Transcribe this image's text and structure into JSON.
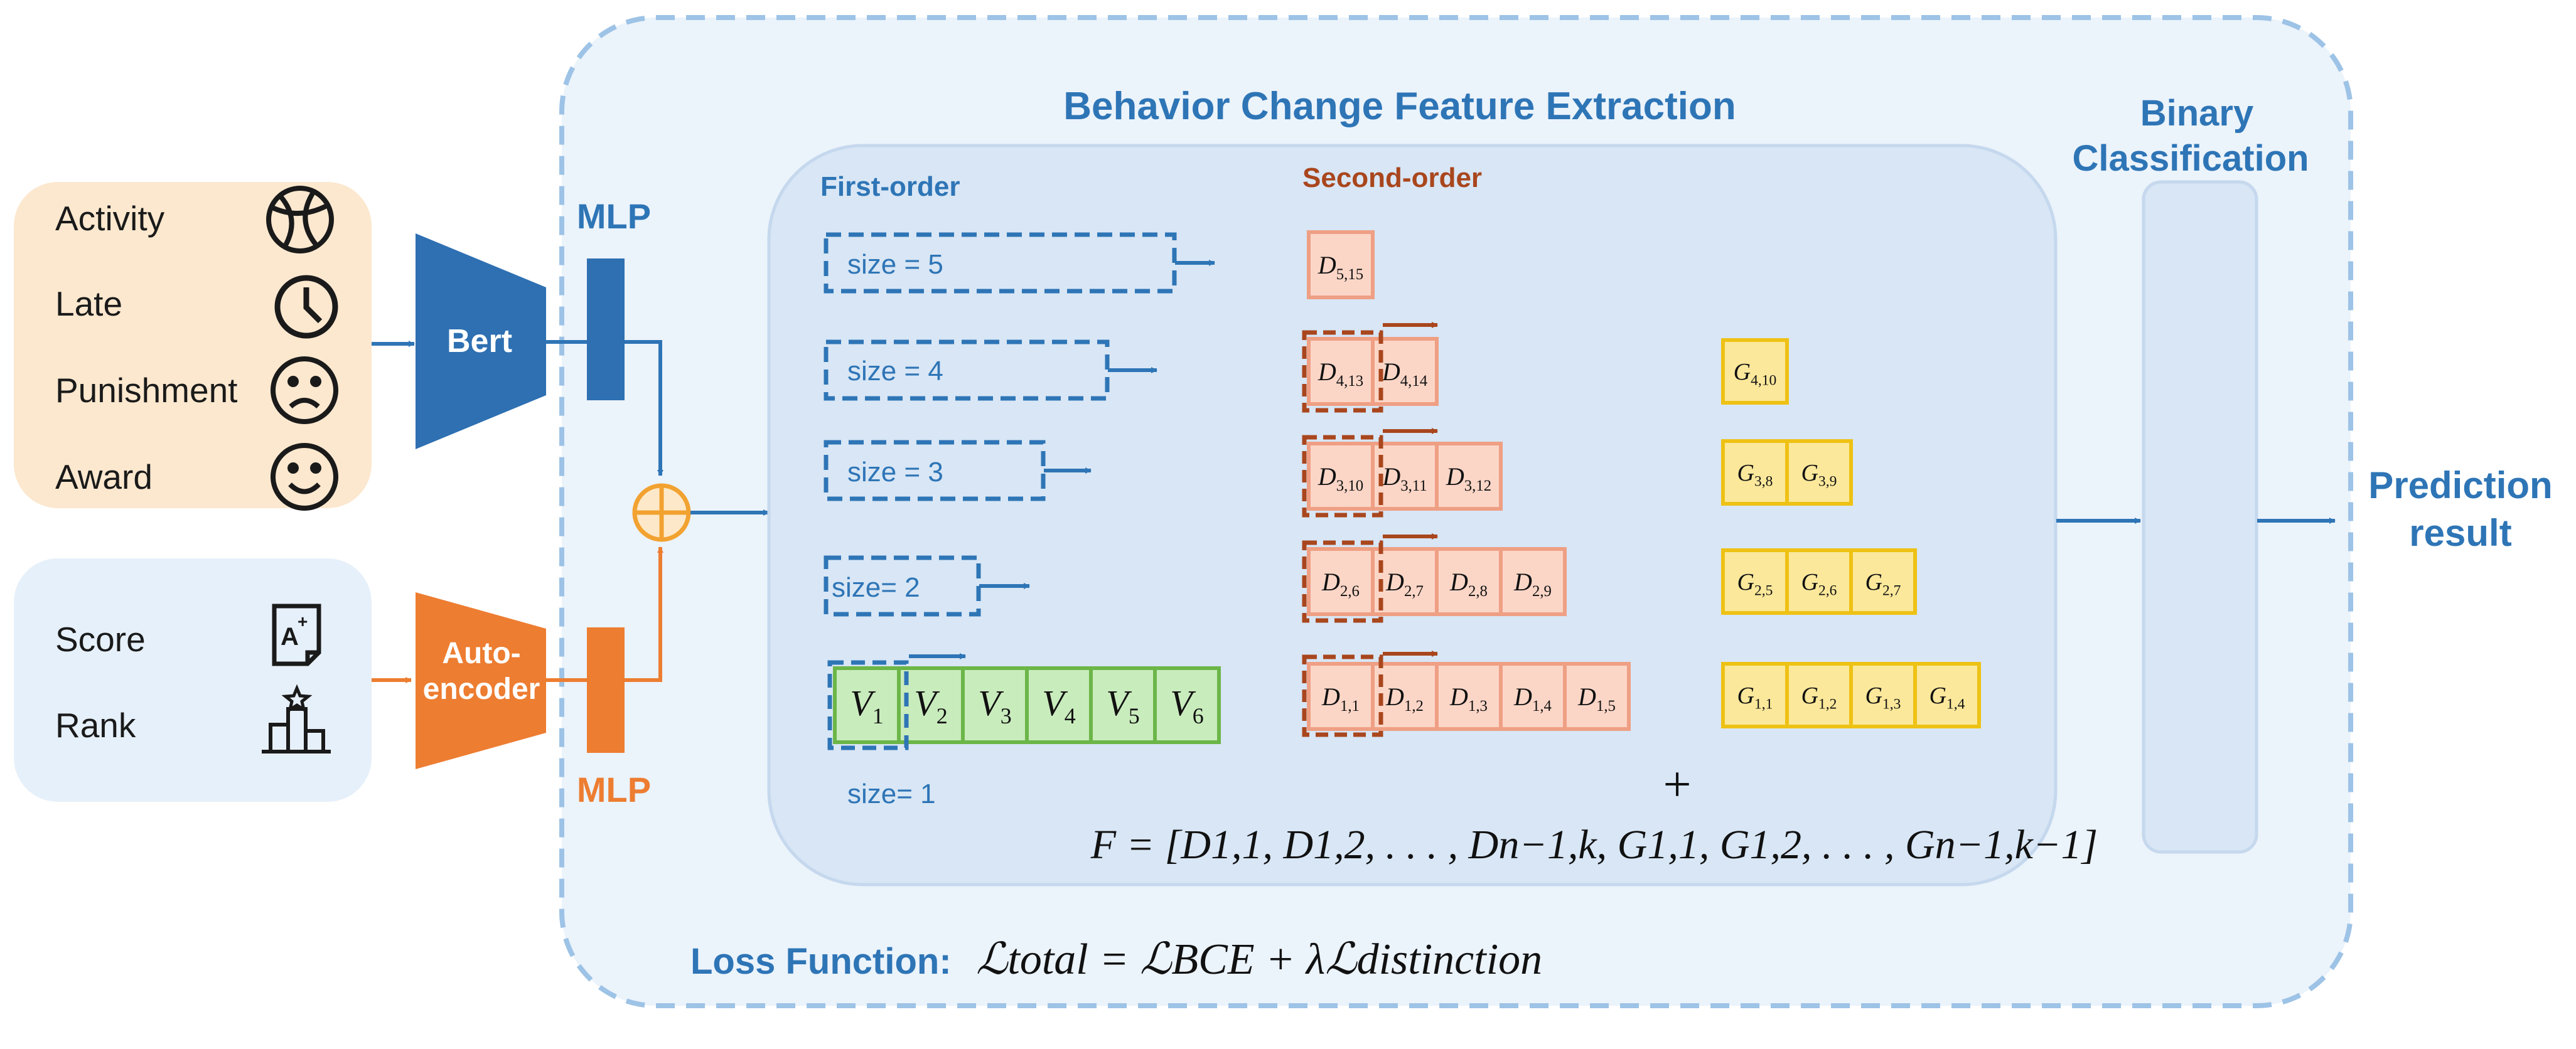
{
  "inputs": {
    "behavior_items": [
      {
        "label": "Activity",
        "icon": "basketball-icon"
      },
      {
        "label": "Late",
        "icon": "clock-icon"
      },
      {
        "label": "Punishment",
        "icon": "sad-face-icon"
      },
      {
        "label": "Award",
        "icon": "smile-face-icon"
      }
    ],
    "academic_items": [
      {
        "label": "Score",
        "icon": "score-card-icon"
      },
      {
        "label": "Rank",
        "icon": "podium-icon"
      }
    ]
  },
  "encoders": {
    "bert_label": "Bert",
    "autoencoder_label": [
      "Auto-",
      "encoder"
    ],
    "mlp_top_label": "MLP",
    "mlp_bottom_label": "MLP"
  },
  "main": {
    "title": "Behavior Change Feature Extraction",
    "first_order_label": "First-order",
    "second_order_label": "Second-order",
    "windows": [
      {
        "label": "size = 5"
      },
      {
        "label": "size = 4"
      },
      {
        "label": "size = 3"
      },
      {
        "label": "size= 2"
      },
      {
        "label": "size= 1"
      }
    ],
    "v_cells": [
      "V1",
      "V2",
      "V3",
      "V4",
      "V5",
      "V6"
    ],
    "d_rows": [
      [
        "D5,15"
      ],
      [
        "D4,13",
        "D4,14"
      ],
      [
        "D3,10",
        "D3,11",
        "D3,12"
      ],
      [
        "D2,6",
        "D2,7",
        "D2,8",
        "D2,9"
      ],
      [
        "D1,1",
        "D1,2",
        "D1,3",
        "D1,4",
        "D1,5"
      ]
    ],
    "g_rows": [
      [
        "G4,10"
      ],
      [
        "G3,8",
        "G3,9"
      ],
      [
        "G2,5",
        "G2,6",
        "G2,7"
      ],
      [
        "G1,1",
        "G1,2",
        "G1,3",
        "G1,4"
      ]
    ],
    "plus": "+",
    "formula": "F = [D1,1, D1,2, . . . , Dn−1,k, G1,1, G1,2, . . . , Gn−1,k−1]"
  },
  "classification": {
    "label": [
      "Binary",
      "Classification"
    ]
  },
  "output": {
    "label": [
      "Prediction",
      "result"
    ]
  },
  "loss": {
    "prefix": "Loss Function:",
    "formula": "ℒtotal = ℒBCE + λℒdistinction"
  },
  "colors": {
    "blue_text": "#2e75b6",
    "orange": "#ed7d31",
    "brown": "#a9461d",
    "bert_blue": "#2e70b2",
    "behavior_bg": "#fce8cf",
    "academic_bg": "#e6f0fa",
    "outer_bg": "#ebf3fb",
    "inner_bg": "#d8e6f5",
    "v_fill": "#c9ecbd",
    "v_stroke": "#6cb648",
    "d_fill": "#fbd6c7",
    "d_stroke": "#ef9f84",
    "g_fill": "#fbe89b",
    "g_stroke": "#eec214"
  }
}
